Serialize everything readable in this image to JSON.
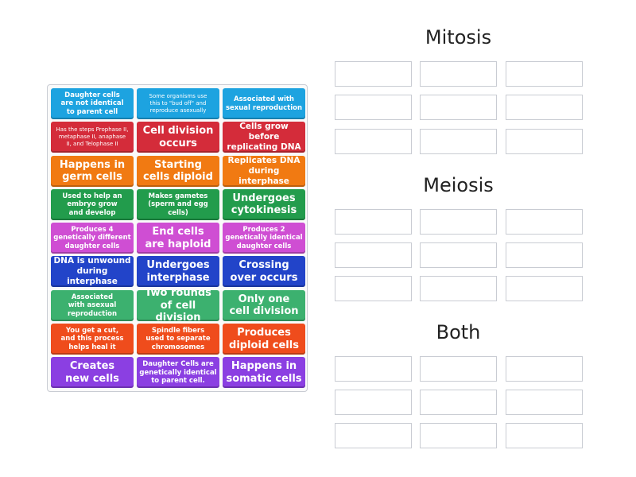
{
  "cards": [
    {
      "text": "Daughter cells\nare not identical\nto parent cell",
      "color": "#1da3e0"
    },
    {
      "text": "Some organisms use\nthis to \"bud off\" and\nreproduce asexually",
      "color": "#1da3e0"
    },
    {
      "text": "Associated with\nsexual reproduction",
      "color": "#1da3e0"
    },
    {
      "text": "Has the steps Prophase II,\nmetaphase II, anaphase\nII, and Telophase II",
      "color": "#d42c3a"
    },
    {
      "text": "Cell division\noccurs",
      "color": "#d42c3a"
    },
    {
      "text": "Cells grow before\nreplicating DNA",
      "color": "#d42c3a"
    },
    {
      "text": "Happens in\ngerm cells",
      "color": "#f17a12"
    },
    {
      "text": "Starting\ncells diploid",
      "color": "#f17a12"
    },
    {
      "text": "Replicates DNA\nduring interphase",
      "color": "#f17a12"
    },
    {
      "text": "Used to help an\nembryo grow\nand develop",
      "color": "#229c4c"
    },
    {
      "text": "Makes gametes\n(sperm and egg cells)",
      "color": "#229c4c"
    },
    {
      "text": "Undergoes\ncytokinesis",
      "color": "#229c4c"
    },
    {
      "text": "Produces 4\ngenetically different\ndaughter cells",
      "color": "#cf4ed3"
    },
    {
      "text": "End cells\nare haploid",
      "color": "#cf4ed3"
    },
    {
      "text": "Produces 2\ngenetically identical\ndaughter cells",
      "color": "#cf4ed3"
    },
    {
      "text": "DNA is unwound\nduring interphase",
      "color": "#2244c9"
    },
    {
      "text": "Undergoes\ninterphase",
      "color": "#2244c9"
    },
    {
      "text": "Crossing\nover occurs",
      "color": "#2244c9"
    },
    {
      "text": "Associated\nwith asexual\nreproduction",
      "color": "#3cb16f"
    },
    {
      "text": "Two rounds\nof cell division",
      "color": "#3cb16f"
    },
    {
      "text": "Only one\ncell division",
      "color": "#3cb16f"
    },
    {
      "text": "You get a cut,\nand this process\nhelps heal it",
      "color": "#ef4c1c"
    },
    {
      "text": "Spindle fibers\nused to separate\nchromosomes",
      "color": "#ef4c1c"
    },
    {
      "text": "Produces\ndiploid cells",
      "color": "#ef4c1c"
    },
    {
      "text": "Creates\nnew cells",
      "color": "#8b3fe2"
    },
    {
      "text": "Daughter Cells are\ngenetically identical\nto parent cell.",
      "color": "#8b3fe2"
    },
    {
      "text": "Happens in\nsomatic cells",
      "color": "#8b3fe2"
    }
  ],
  "groups": [
    {
      "title": "Mitosis",
      "slots": 9
    },
    {
      "title": "Meiosis",
      "slots": 9
    },
    {
      "title": "Both",
      "slots": 9
    }
  ]
}
